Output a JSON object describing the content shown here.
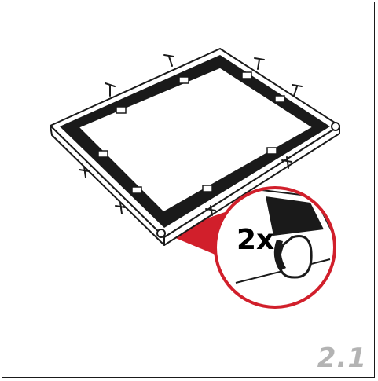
{
  "step": {
    "number": "2.1"
  },
  "callout": {
    "quantity_label": "2x"
  },
  "colors": {
    "frame": "#1a1a1a",
    "accent_red": "#d11f2b",
    "step_label": "#b3b3b3",
    "background": "#ffffff"
  },
  "icons": [
    "frame-corner-ring-icon",
    "tie-down-loop-icon",
    "zoom-callout"
  ]
}
